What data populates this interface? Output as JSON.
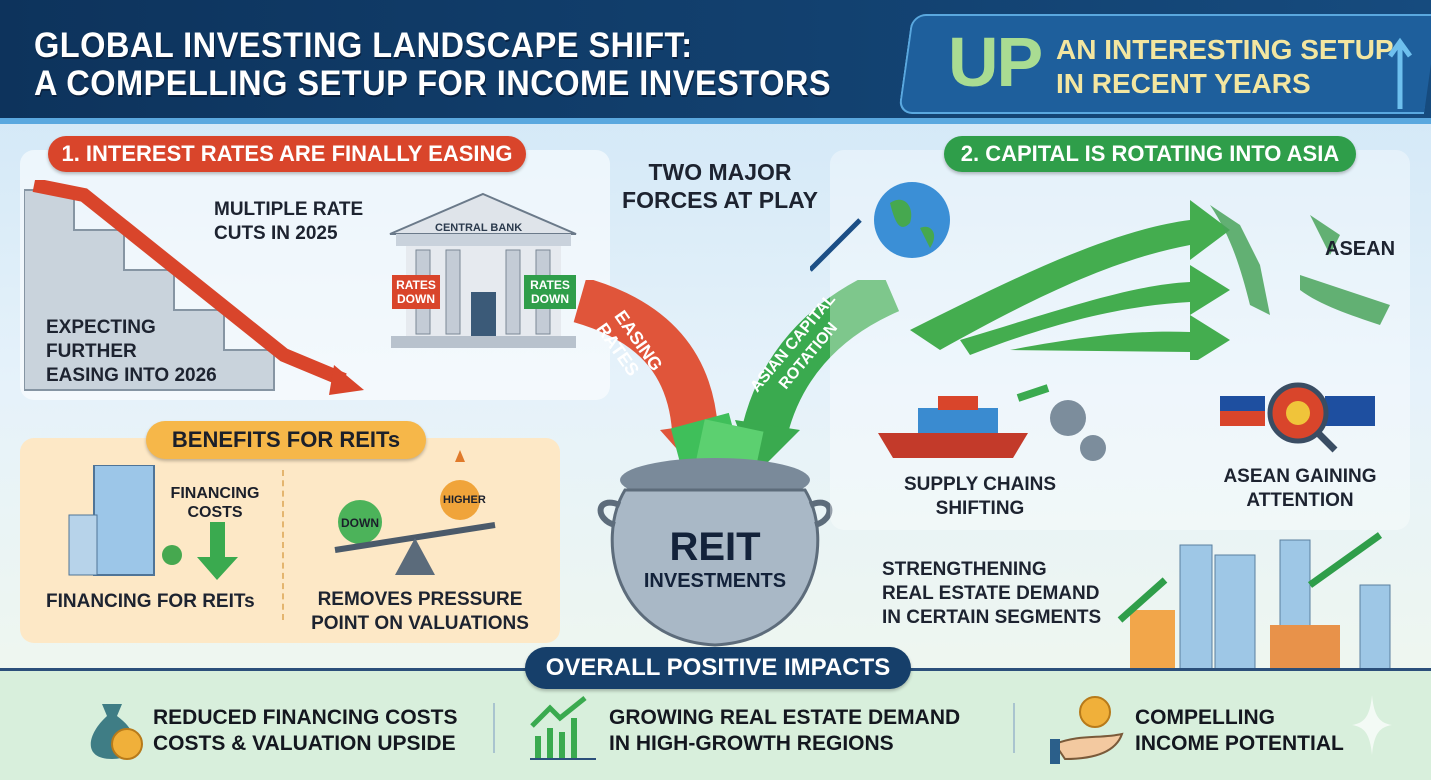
{
  "header": {
    "title_line1": "GLOBAL INVESTING LANDSCAPE SHIFT:",
    "title_line2": "A COMPELLING SETUP FOR INCOME INVESTORS",
    "up_word": "UP",
    "up_line1": "AN INTERESTING SETUP",
    "up_line2": "IN  RECENT YEARS"
  },
  "center": {
    "forces_line1": "TWO MAJOR",
    "forces_line2": "FORCES AT PLAY",
    "pot_line1": "REIT",
    "pot_line2": "INVESTMENTS",
    "easing_line1": "EASING",
    "easing_line2": "RATES",
    "rotation_line1": "ASIAN CAPITAL",
    "rotation_line2": "ROTATION"
  },
  "section1": {
    "badge": "1. INTEREST RATES ARE FINALLY EASING",
    "cuts_line1": "MULTIPLE RATE",
    "cuts_line2": "CUTS IN 2025",
    "expect_line1": "EXPECTING",
    "expect_line2": "FURTHER",
    "expect_line3": "EASING INTO 2026",
    "bank": "CENTRAL BANK",
    "sign_left_1": "RATES",
    "sign_left_2": "DOWN",
    "sign_right_1": "RATES",
    "sign_right_2": "DOWN"
  },
  "section2": {
    "badge": "2. CAPITAL IS ROTATING INTO ASIA",
    "asean": "ASEAN",
    "supply_line1": "SUPPLY CHAINS",
    "supply_line2": "SHIFTING",
    "attention_line1": "ASEAN GAINING",
    "attention_line2": "ATTENTION",
    "demand_line1": "STRENGTHENING",
    "demand_line2": "REAL ESTATE DEMAND",
    "demand_line3": "IN CERTAIN SEGMENTS"
  },
  "benefits": {
    "badge": "BENEFITS FOR REITs",
    "fin_line1": "FINANCING",
    "fin_line2": "COSTS",
    "fin_caption": "FINANCING FOR REITs",
    "down": "DOWN",
    "higher": "HIGHER",
    "val_line1": "REMOVES PRESSURE",
    "val_line2": "POINT ON VALUATIONS"
  },
  "impacts": {
    "badge": "OVERALL POSITIVE IMPACTS",
    "items": [
      {
        "icon": "money-bag-icon",
        "line1": "REDUCED FINANCING COSTS",
        "line2": "COSTS & VALUATION UPSIDE"
      },
      {
        "icon": "growth-chart-icon",
        "line1": "GROWING REAL ESTATE DEMAND",
        "line2": "IN HIGH-GROWTH REGIONS"
      },
      {
        "icon": "coin-hand-icon",
        "line1": "COMPELLING",
        "line2": "INCOME POTENTIAL"
      }
    ]
  },
  "colors": {
    "navy": "#0d335c",
    "red": "#d9452b",
    "green": "#2f9e4a",
    "orange": "#f0a43a"
  }
}
